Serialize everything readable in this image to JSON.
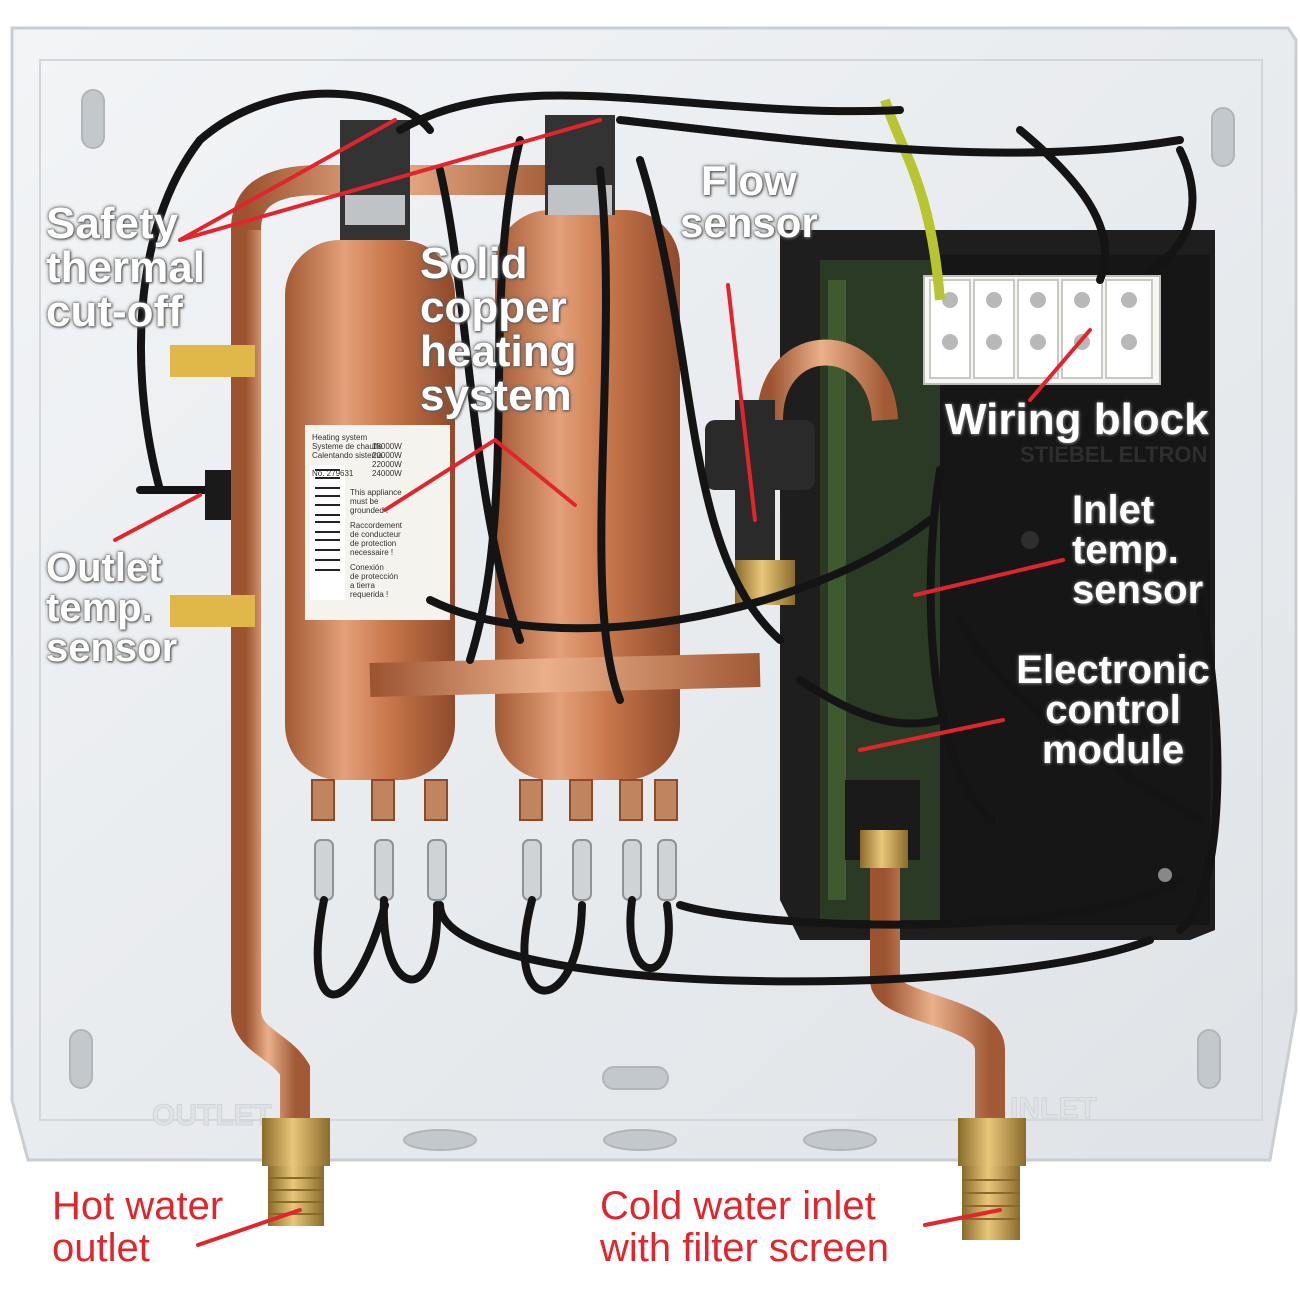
{
  "colors": {
    "leader": "#e0262c",
    "label_text": "#ffffff",
    "bottom_text": "#e0262c",
    "copper": "#c8784a",
    "housing": "#e8ebee",
    "module": "#1c1c1c"
  },
  "labels": {
    "safety_cutoff": {
      "lines": [
        "Safety",
        "thermal",
        "cut-off"
      ]
    },
    "solid_copper": {
      "lines": [
        "Solid",
        "copper",
        "heating",
        "system"
      ]
    },
    "flow_sensor": {
      "lines": [
        "Flow",
        "sensor"
      ]
    },
    "wiring_block": {
      "lines": [
        "Wiring block"
      ]
    },
    "outlet_temp": {
      "lines": [
        "Outlet",
        "temp.",
        "sensor"
      ]
    },
    "inlet_temp": {
      "lines": [
        "Inlet",
        "temp.",
        "sensor"
      ]
    },
    "control_module": {
      "lines": [
        "Electronic",
        "control",
        "module"
      ]
    },
    "hot_water": {
      "lines": [
        "Hot water",
        "outlet"
      ]
    },
    "cold_water": {
      "lines": [
        "Cold water inlet",
        "with filter screen"
      ]
    }
  },
  "embossed": {
    "outlet": "OUTLET",
    "inlet": "INLET",
    "brand": "STIEBEL ELTRON"
  },
  "tank_label": {
    "lines": [
      "Heating system",
      "Systeme de chauffe",
      "Calentando sistema",
      "No. 279631"
    ],
    "watts": [
      "18000W",
      "20000W",
      "22000W",
      "24000W"
    ],
    "notice": [
      "This appliance",
      "must be",
      "grounded !",
      "Raccordement",
      "de conducteur",
      "de protection",
      "necessaire !",
      "Conexión",
      "de protección",
      "a tierra",
      "requerida !"
    ]
  }
}
